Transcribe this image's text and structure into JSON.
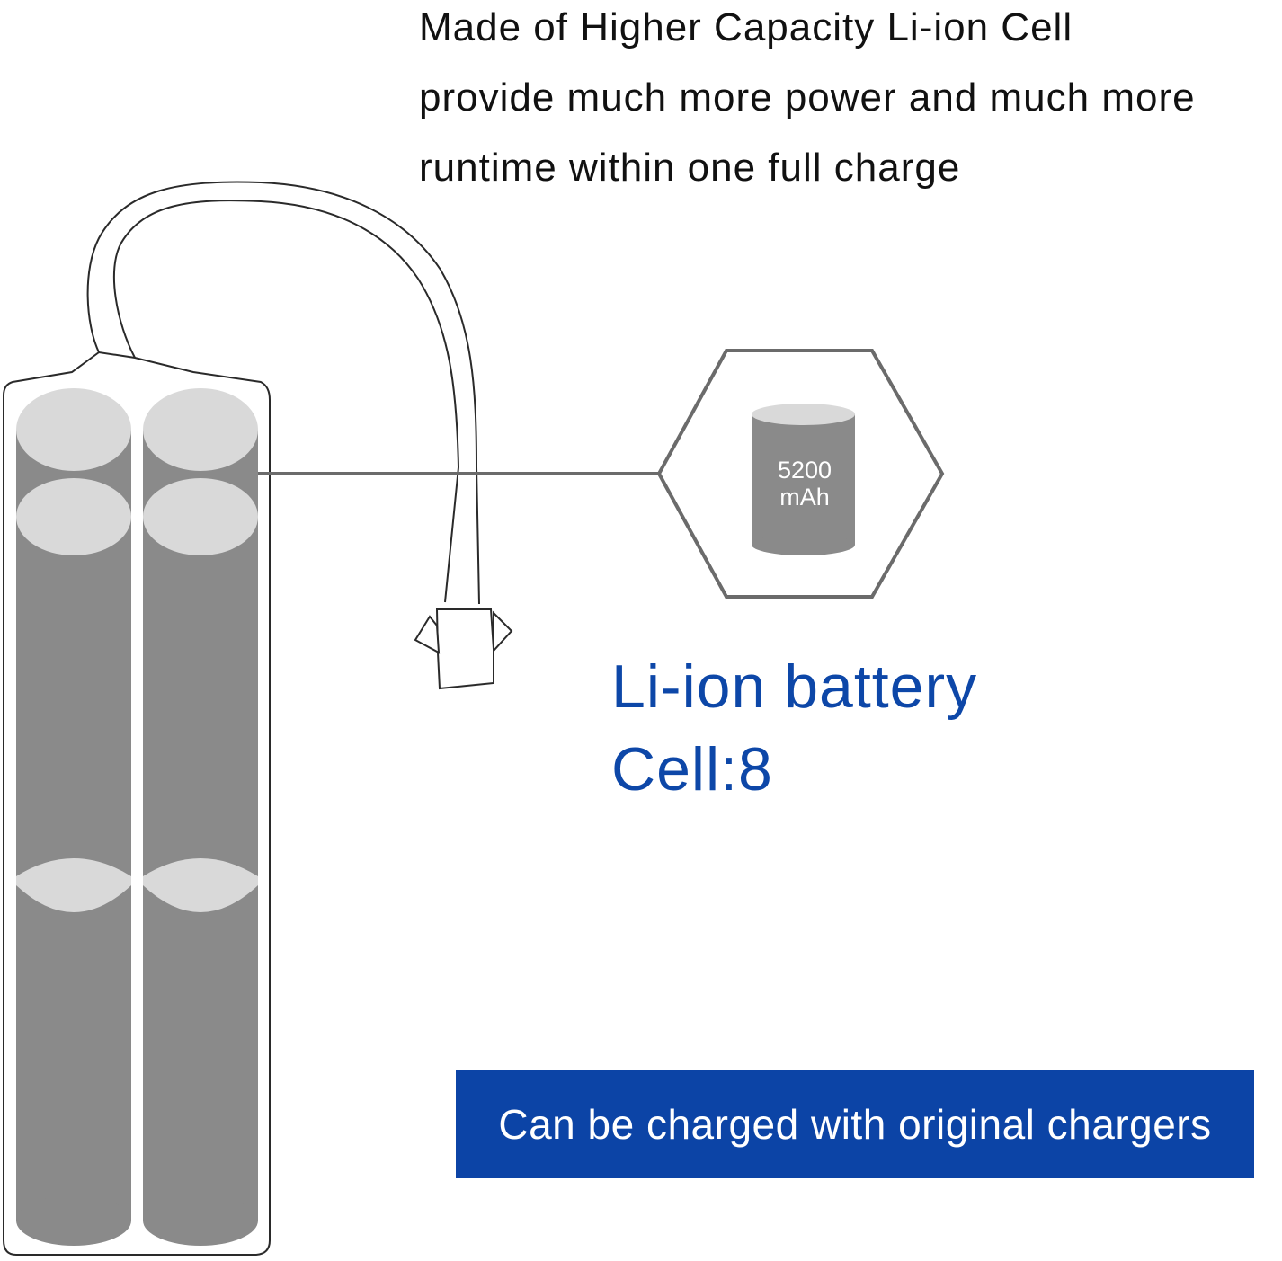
{
  "headline": {
    "line1": "Made of Higher Capacity Li-ion Cell",
    "line2": "provide much more power and much more",
    "line3": "runtime within one full charge"
  },
  "cell_badge": {
    "capacity": "5200",
    "unit": "mAh"
  },
  "battery_info": {
    "type": "Li-ion battery",
    "cells": "Cell:8"
  },
  "banner_text": "Can be charged with original chargers",
  "colors": {
    "blue": "#0c44a6",
    "cell_gray": "#8a8a8a",
    "cell_cap": "#d9d9d9",
    "outline": "#6b6b6b"
  },
  "icons": [
    "battery-pack-icon",
    "connector-plug-icon",
    "cell-icon",
    "hexagon-icon"
  ]
}
